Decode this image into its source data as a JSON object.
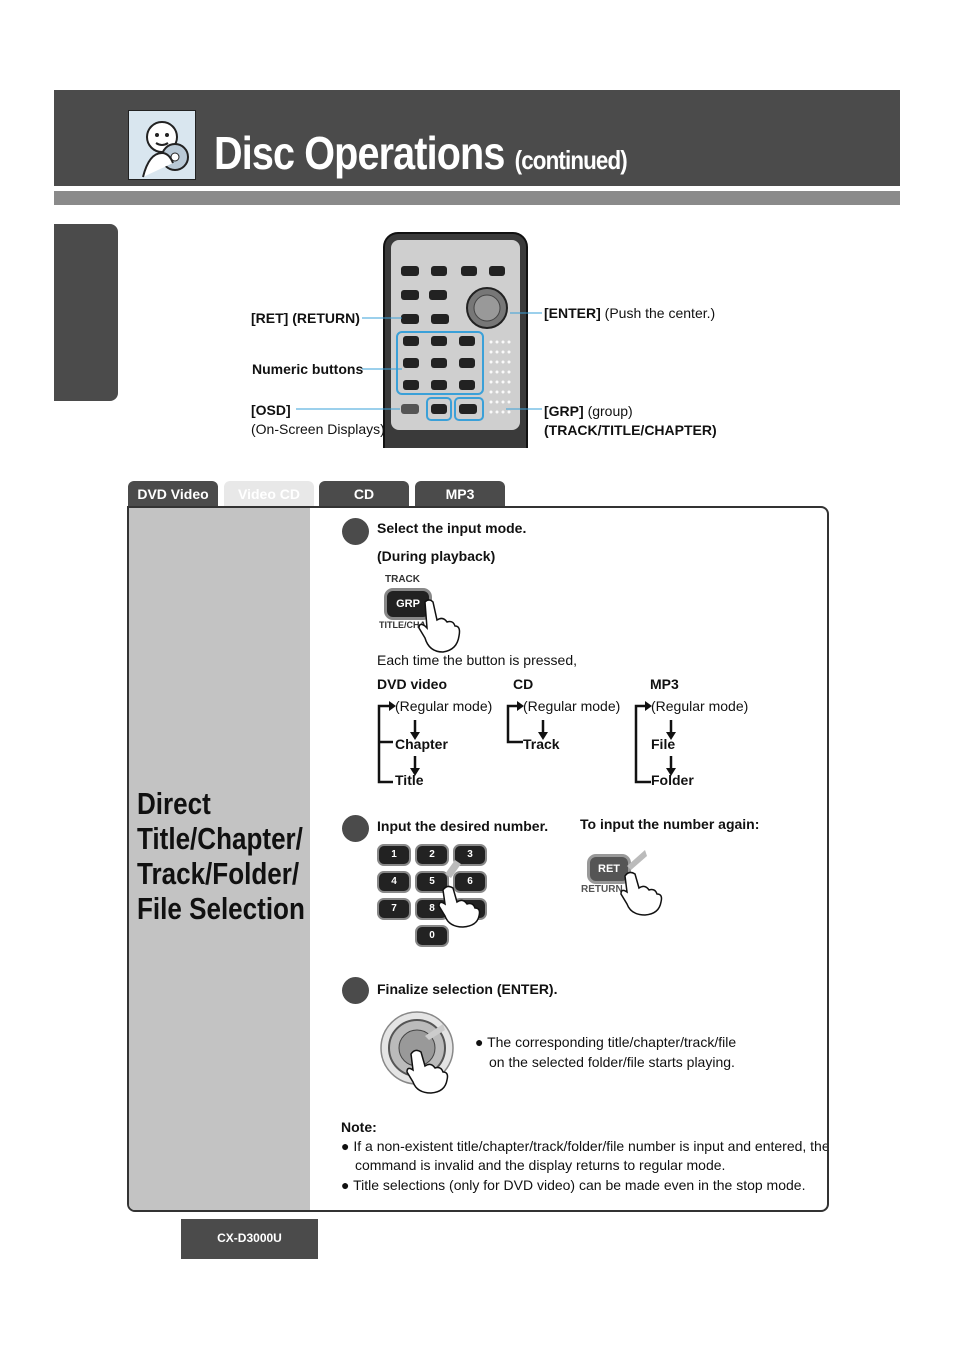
{
  "header": {
    "title": "Disc Operations",
    "subtitle": "(continued)"
  },
  "remote_labels": {
    "ret": "[RET] (RETURN)",
    "numeric": "Numeric buttons",
    "osd": "[OSD]",
    "osd_desc": "(On-Screen Displays)",
    "enter": "[ENTER]",
    "enter_desc": "(Push the center.)",
    "grp": "[GRP]",
    "grp_desc": "(group)",
    "grp_sub": "(TRACK/TITLE/CHAPTER)"
  },
  "tabs": [
    {
      "label": "DVD Video",
      "active": true
    },
    {
      "label": "Video CD",
      "active": false
    },
    {
      "label": "CD",
      "active": true
    },
    {
      "label": "MP3",
      "active": true
    }
  ],
  "section_title": [
    "Direct",
    "Title/Chapter/",
    "Track/Folder/",
    "File Selection"
  ],
  "step1": {
    "heading": "Select the input mode.",
    "sub": "(During playback)",
    "btn_top": "TRACK",
    "btn": "GRP",
    "btn_bottom": "TITLE/CHAP",
    "each_time": "Each time the button is pressed,",
    "modes": [
      {
        "name": "DVD video",
        "regular": "(Regular mode)",
        "a": "Chapter",
        "b": "Title"
      },
      {
        "name": "CD",
        "regular": "(Regular mode)",
        "a": "Track",
        "b": ""
      },
      {
        "name": "MP3",
        "regular": "(Regular mode)",
        "a": "File",
        "b": "Folder"
      }
    ]
  },
  "step2": {
    "heading": "Input the desired number.",
    "again": "To input the number again:",
    "keys": [
      "1",
      "2",
      "3",
      "4",
      "5",
      "6",
      "7",
      "8",
      "9",
      "0"
    ],
    "ret": "RET",
    "return": "RETURN"
  },
  "step3": {
    "heading": "Finalize selection (ENTER).",
    "bullet": "The corresponding title/chapter/track/file",
    "bullet2": "on the selected folder/file starts playing."
  },
  "note": {
    "label": "Note:",
    "items": [
      "If a non-existent title/chapter/track/folder/file number is input and entered, the",
      "command is invalid and the display returns to regular mode.",
      "Title selections (only for DVD video) can be made even in the stop mode."
    ]
  },
  "footer": {
    "model": "CX-D3000U"
  }
}
